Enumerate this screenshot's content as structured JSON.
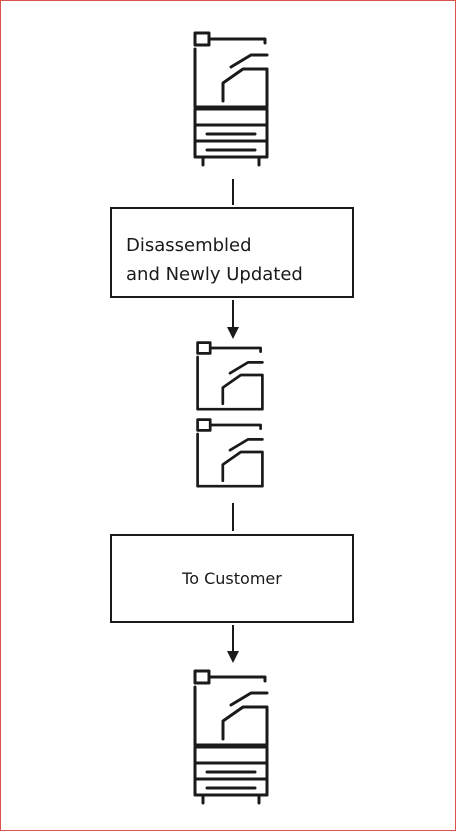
{
  "steps": {
    "disassemble_line1": "Disassembled",
    "disassemble_line2": "and Newly Updated",
    "to_customer": "To Customer"
  },
  "colors": {
    "ink": "#1a1a1a",
    "frame_border": "#d9534f",
    "background": "#ffffff"
  },
  "icons": {
    "device_full": "multifunction-printer-icon",
    "device_top": "printer-scanner-unit-icon"
  }
}
